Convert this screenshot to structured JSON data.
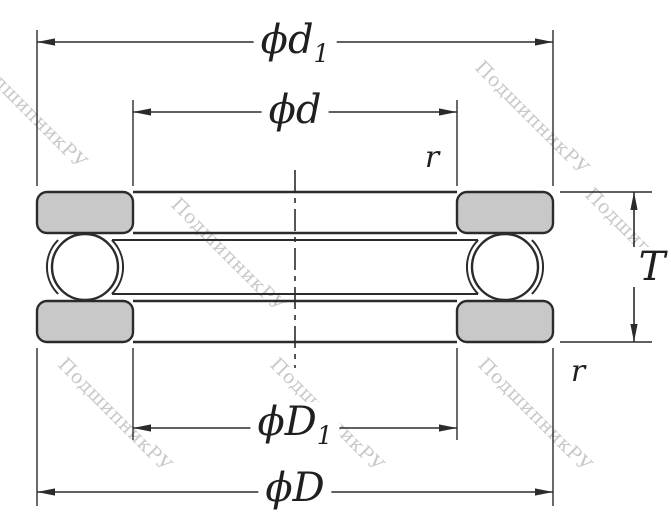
{
  "watermark": {
    "text": "ПодшипникРУ",
    "color": "#c9c9c9"
  },
  "colors": {
    "line": "#2b2b2b",
    "washer_fill": "#c8c8c8",
    "ball_fill": "#ffffff",
    "background": "#ffffff",
    "label_text": "#1f1f1f"
  },
  "dimensions": {
    "d1": {
      "base": "ϕd",
      "sub": "1"
    },
    "d": "ϕd",
    "r_top": "r",
    "T": "T",
    "r_bottom": "r",
    "D1": {
      "base": "ϕD",
      "sub": "1"
    },
    "D": "ϕD"
  }
}
